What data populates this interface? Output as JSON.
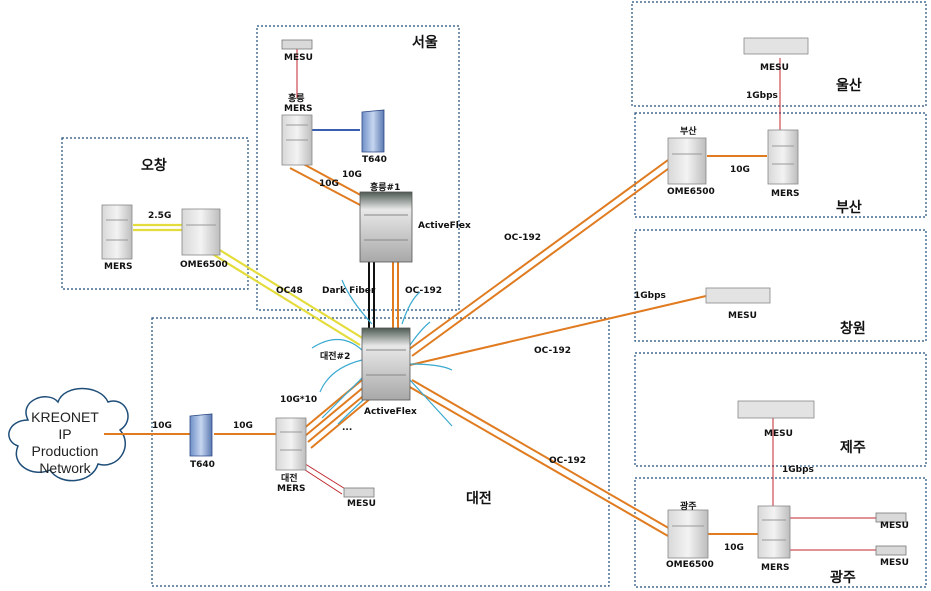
{
  "regions": {
    "seoul": "서울",
    "ochang": "오창",
    "daejeon": "대전",
    "ulsan": "울산",
    "busan": "부산",
    "changwon": "창원",
    "jeju": "제주",
    "gwangju": "광주"
  },
  "devices": {
    "seoul_mesu": "MESU",
    "seoul_mers_top": "홍릉",
    "seoul_mers": "MERS",
    "seoul_t640": "T640",
    "seoul_activeflex_top": "홍릉#1",
    "seoul_activeflex": "ActiveFlex",
    "ochang_mers": "MERS",
    "ochang_ome": "OME6500",
    "daejeon_activeflex_top": "대전#2",
    "daejeon_activeflex": "ActiveFlex",
    "daejeon_t640": "T640",
    "daejeon_mers_top": "대전",
    "daejeon_mers": "MERS",
    "daejeon_mesu": "MESU",
    "ulsan_mesu": "MESU",
    "busan_top": "부산",
    "busan_ome": "OME6500",
    "busan_mers": "MERS",
    "changwon_mesu": "MESU",
    "jeju_mesu": "MESU",
    "gwangju_top": "광주",
    "gwangju_ome": "OME6500",
    "gwangju_mers": "MERS",
    "gwangju_mesu1": "MESU",
    "gwangju_mesu2": "MESU"
  },
  "links": {
    "seoul_10g_a": "10G",
    "seoul_10g_b": "10G",
    "ochang_25g": "2.5G",
    "oc48": "OC48",
    "dark_fiber": "Dark Fiber",
    "seoul_oc192": "OC-192",
    "busan_oc192": "OC-192",
    "busan_10g": "10G",
    "ulsan_1g": "1Gbps",
    "changwon_1g": "1Gbps",
    "changwon_oc192": "OC-192",
    "gwangju_oc192": "OC-192",
    "jeju_1g": "1Gbps",
    "gwangju_10g": "10G",
    "daejeon_10gx10": "10G*10",
    "cloud_10g": "10G",
    "t640_10g": "10G",
    "dots": "..."
  },
  "cloud": {
    "line1": "KREONET",
    "line2": "IP",
    "line3": "Production",
    "line4": "Network"
  },
  "colors": {
    "border": "#1f4e79",
    "fiber": "#e07b20",
    "oc48": "#e4dc3a",
    "dark_fiber": "#111111",
    "lan": "#c0262c",
    "wireless": "#3aaad0"
  }
}
